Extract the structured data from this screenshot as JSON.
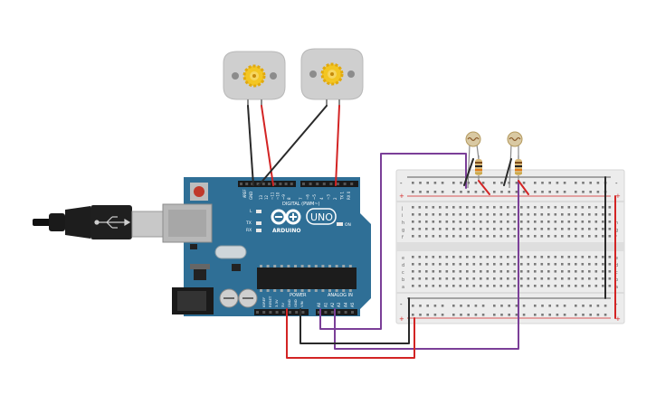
{
  "arduino": {
    "brand": "ARDUINO",
    "model": "UNO",
    "digital_label": "DIGITAL (PWM~)",
    "power_label": "POWER",
    "analog_label": "ANALOG IN",
    "on_label": "ON",
    "tx_label": "TX",
    "rx_label": "RX",
    "l_label": "L",
    "aref_label": "AREF",
    "gnd_label": "GND",
    "ioref_label": "IOREF",
    "reset_label": "RESET",
    "v33_label": "3.3V",
    "v5_label": "5V",
    "vin_label": "VIN",
    "digital_pins": [
      "13",
      "12",
      "~11",
      "~10",
      "~9",
      "8",
      "7",
      "~6",
      "~5",
      "4",
      "~3",
      "2",
      "TX 1",
      "RX 0"
    ],
    "analog_pins": [
      "A0",
      "A1",
      "A2",
      "A3",
      "A4",
      "A5"
    ]
  },
  "breadboard": {
    "row_letters_top": [
      "j",
      "i",
      "h",
      "g",
      "f"
    ],
    "row_letters_bottom": [
      "e",
      "d",
      "c",
      "b",
      "a"
    ],
    "plus": "+",
    "minus": "-"
  },
  "colors": {
    "board": "#2f6f96",
    "wire_red": "#d32424",
    "wire_black": "#2a2a2a",
    "wire_purple": "#7b3f98",
    "breadboard": "#ececec"
  }
}
